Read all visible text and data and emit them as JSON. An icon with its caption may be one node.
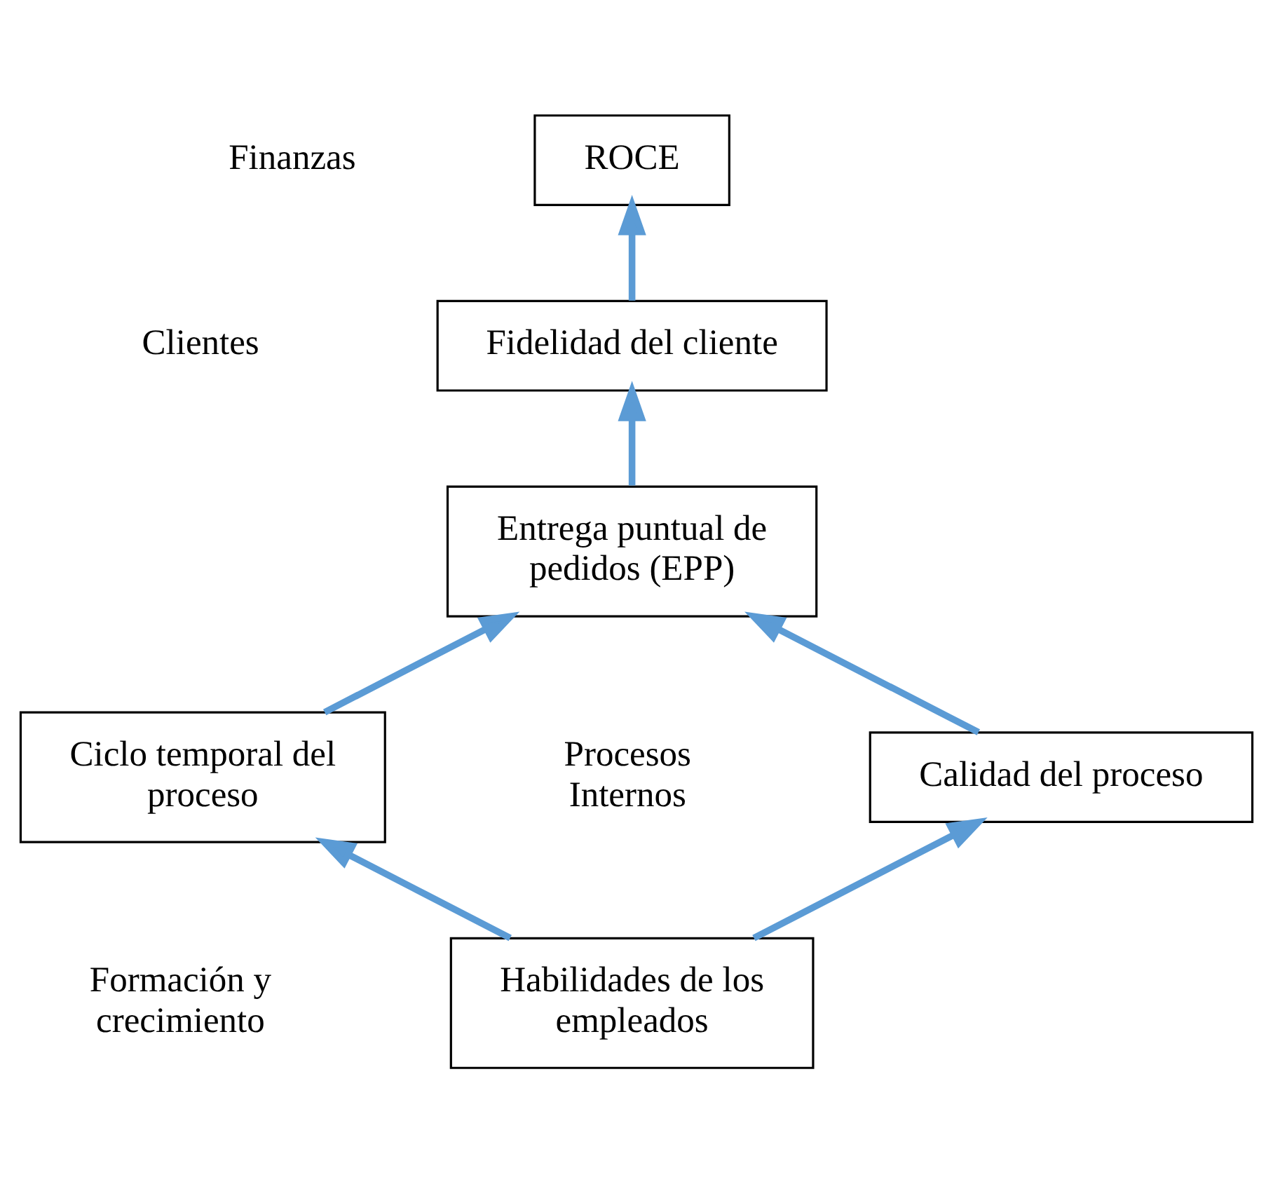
{
  "diagram": {
    "nodes": [
      {
        "text": [
          "ROCE"
        ]
      },
      {
        "text": [
          "Fidelidad del cliente"
        ]
      },
      {
        "text": [
          "Entrega puntual de pedidos (EPP)"
        ]
      },
      {
        "text": [
          "Calidad del proceso"
        ]
      },
      {
        "text": [
          "Ciclo temporal del proceso"
        ]
      },
      {
        "text": [
          "Habilidades de los empleados"
        ]
      }
    ],
    "edges": [
      {
        "from": 1,
        "to": 0,
        "arrow": "to"
      },
      {
        "from": 2,
        "to": 1,
        "arrow": "to"
      },
      {
        "from": 3,
        "to": 2,
        "arrow": "to"
      },
      {
        "from": 4,
        "to": 2,
        "arrow": "to"
      },
      {
        "from": 5,
        "to": 3,
        "arrow": "to"
      },
      {
        "from": 5,
        "to": 4,
        "arrow": "to"
      }
    ],
    "labels": [
      "Finanzas",
      "Clientes",
      "Procesos Internos",
      "Formación y crecimiento"
    ]
  }
}
